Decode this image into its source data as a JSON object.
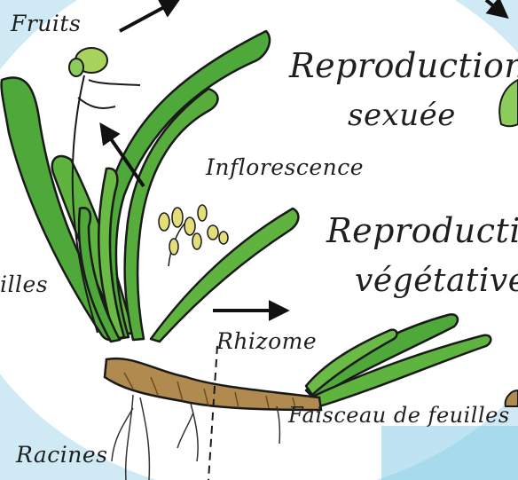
{
  "labels": {
    "fruits": "Fruits",
    "inflorescence": "Inflorescence",
    "feuilles": "illes",
    "rhizome": "Rhizome",
    "racines": "Racines",
    "faisceau": "Faisceau de feuilles"
  },
  "headings": {
    "sexuee_line1": "Reproduction",
    "sexuee_line2": "sexuée",
    "vegetative_line1": "Reproductio",
    "vegetative_line2": "végétative"
  },
  "colors": {
    "background_circle": "#ffffff",
    "background_outer": "#cfeaf5",
    "leaf": "#4ea83a",
    "leaf_light": "#8ccc5a",
    "rhizome": "#b08a4e",
    "flower": "#e4de7a"
  }
}
